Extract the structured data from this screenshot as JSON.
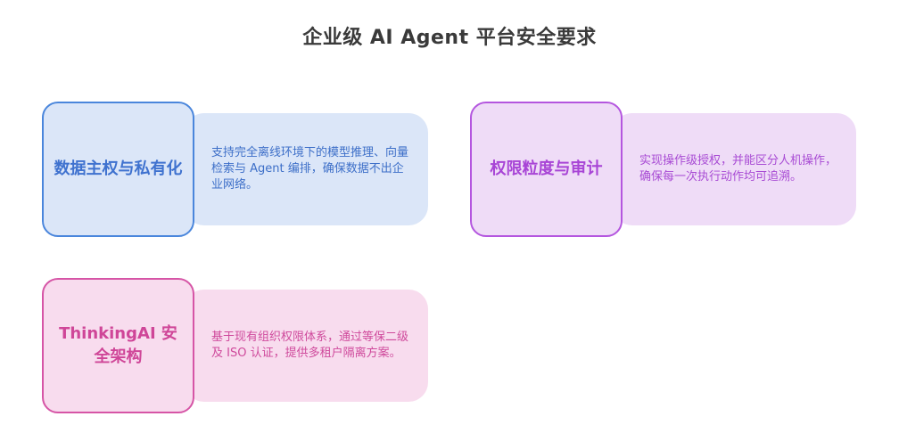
{
  "title": "企业级 AI Agent 平台安全要求",
  "cards": [
    {
      "heading": "数据主权与私有化",
      "description": "支持完全离线环境下的模型推理、向量检索与 Agent 编排，确保数据不出企业网络。"
    },
    {
      "heading": "权限粒度与审计",
      "description": "实现操作级授权，并能区分人机操作，确保每一次执行动作均可追溯。"
    },
    {
      "heading": "ThinkingAI 安全架构",
      "description": "基于现有组织权限体系，通过等保二级及 ISO 认证，提供多租户隔离方案。"
    }
  ],
  "colors": {
    "blue_accent": "#4a86dc",
    "purple_accent": "#b456df",
    "pink_accent": "#d655a6"
  }
}
